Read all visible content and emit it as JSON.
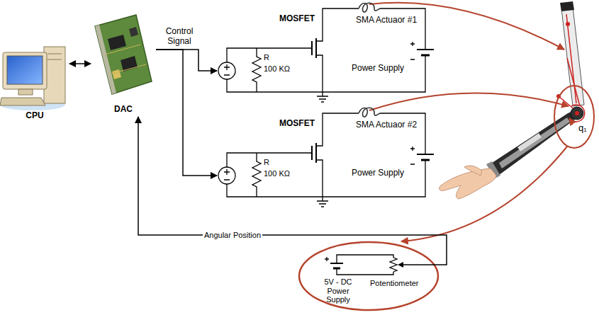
{
  "diagram": {
    "nodes": [
      {
        "text": [
          "CPU"
        ]
      },
      {
        "text": [
          "DAC"
        ]
      },
      {
        "text": [
          "MOSFET",
          "R",
          "100 KΩ",
          "SMA Actuaor #1",
          "Power Supply"
        ]
      },
      {
        "text": [
          "MOSFET",
          "R",
          "100 KΩ",
          "SMA Actuaor #2",
          "Power Supply"
        ]
      },
      {
        "text": [
          "5V - DC Power Supply",
          "Potentiometer"
        ]
      }
    ],
    "edges": [
      {
        "from": 0,
        "to": 1,
        "arrow": "both"
      },
      {
        "from": 1,
        "to": 2,
        "label": "Control Signal",
        "arrow": "to"
      },
      {
        "from": 1,
        "to": 3,
        "arrow": "to"
      },
      {
        "from": 4,
        "to": 1,
        "label": "Angular Position",
        "arrow": "to"
      }
    ],
    "labels": [
      "q₁"
    ]
  }
}
